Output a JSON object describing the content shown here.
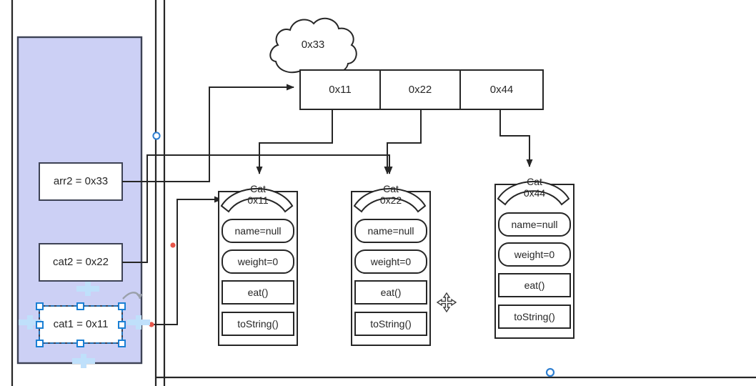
{
  "app": {
    "kind": "diagram-editor-canvas",
    "cursor": "move-cursor"
  },
  "colors": {
    "stack_fill": "#ccd0f5",
    "stack_stroke": "#3d4255",
    "shape_stroke": "#262626",
    "box_fill": "#ffffff",
    "selection_blue": "#1a7fd4",
    "handle_fill": "#ffffff",
    "connector_dot": "#e8564a",
    "endpoint_circle": "#2f7fd1",
    "canvas_bg": "#ffffff",
    "text": "#262626"
  },
  "stack_panel": {
    "name": "stack-frame",
    "variables": [
      {
        "id": "arr2",
        "label": "arr2 = 0x33",
        "selected": false
      },
      {
        "id": "cat2",
        "label": "cat2 = 0x22",
        "selected": false
      },
      {
        "id": "cat1",
        "label": "cat1 = 0x11",
        "selected": true
      }
    ]
  },
  "heap": {
    "cloud": {
      "label": "0x33"
    },
    "array": {
      "name": "array-0x33",
      "cells": [
        {
          "label": "0x11"
        },
        {
          "label": "0x22"
        },
        {
          "label": "0x44"
        }
      ]
    },
    "objects": [
      {
        "id": "cat-0x11",
        "class_name": "Cat",
        "address": "0x11",
        "fields": [
          {
            "label": "name=null"
          },
          {
            "label": "weight=0"
          }
        ],
        "methods": [
          {
            "label": "eat()"
          },
          {
            "label": "toString()"
          }
        ]
      },
      {
        "id": "cat-0x22",
        "class_name": "Cat",
        "address": "0x22",
        "fields": [
          {
            "label": "name=null"
          },
          {
            "label": "weight=0"
          }
        ],
        "methods": [
          {
            "label": "eat()"
          },
          {
            "label": "toString()"
          }
        ]
      },
      {
        "id": "cat-0x44",
        "class_name": "Cat",
        "address": "0x44",
        "fields": [
          {
            "label": "name=null"
          },
          {
            "label": "weight=0"
          }
        ],
        "methods": [
          {
            "label": "eat()"
          },
          {
            "label": "toString()"
          }
        ]
      }
    ]
  },
  "selection": {
    "target": "cat1",
    "handle_count": 8,
    "has_rotate_handle": true,
    "direction_arrows": 4
  }
}
